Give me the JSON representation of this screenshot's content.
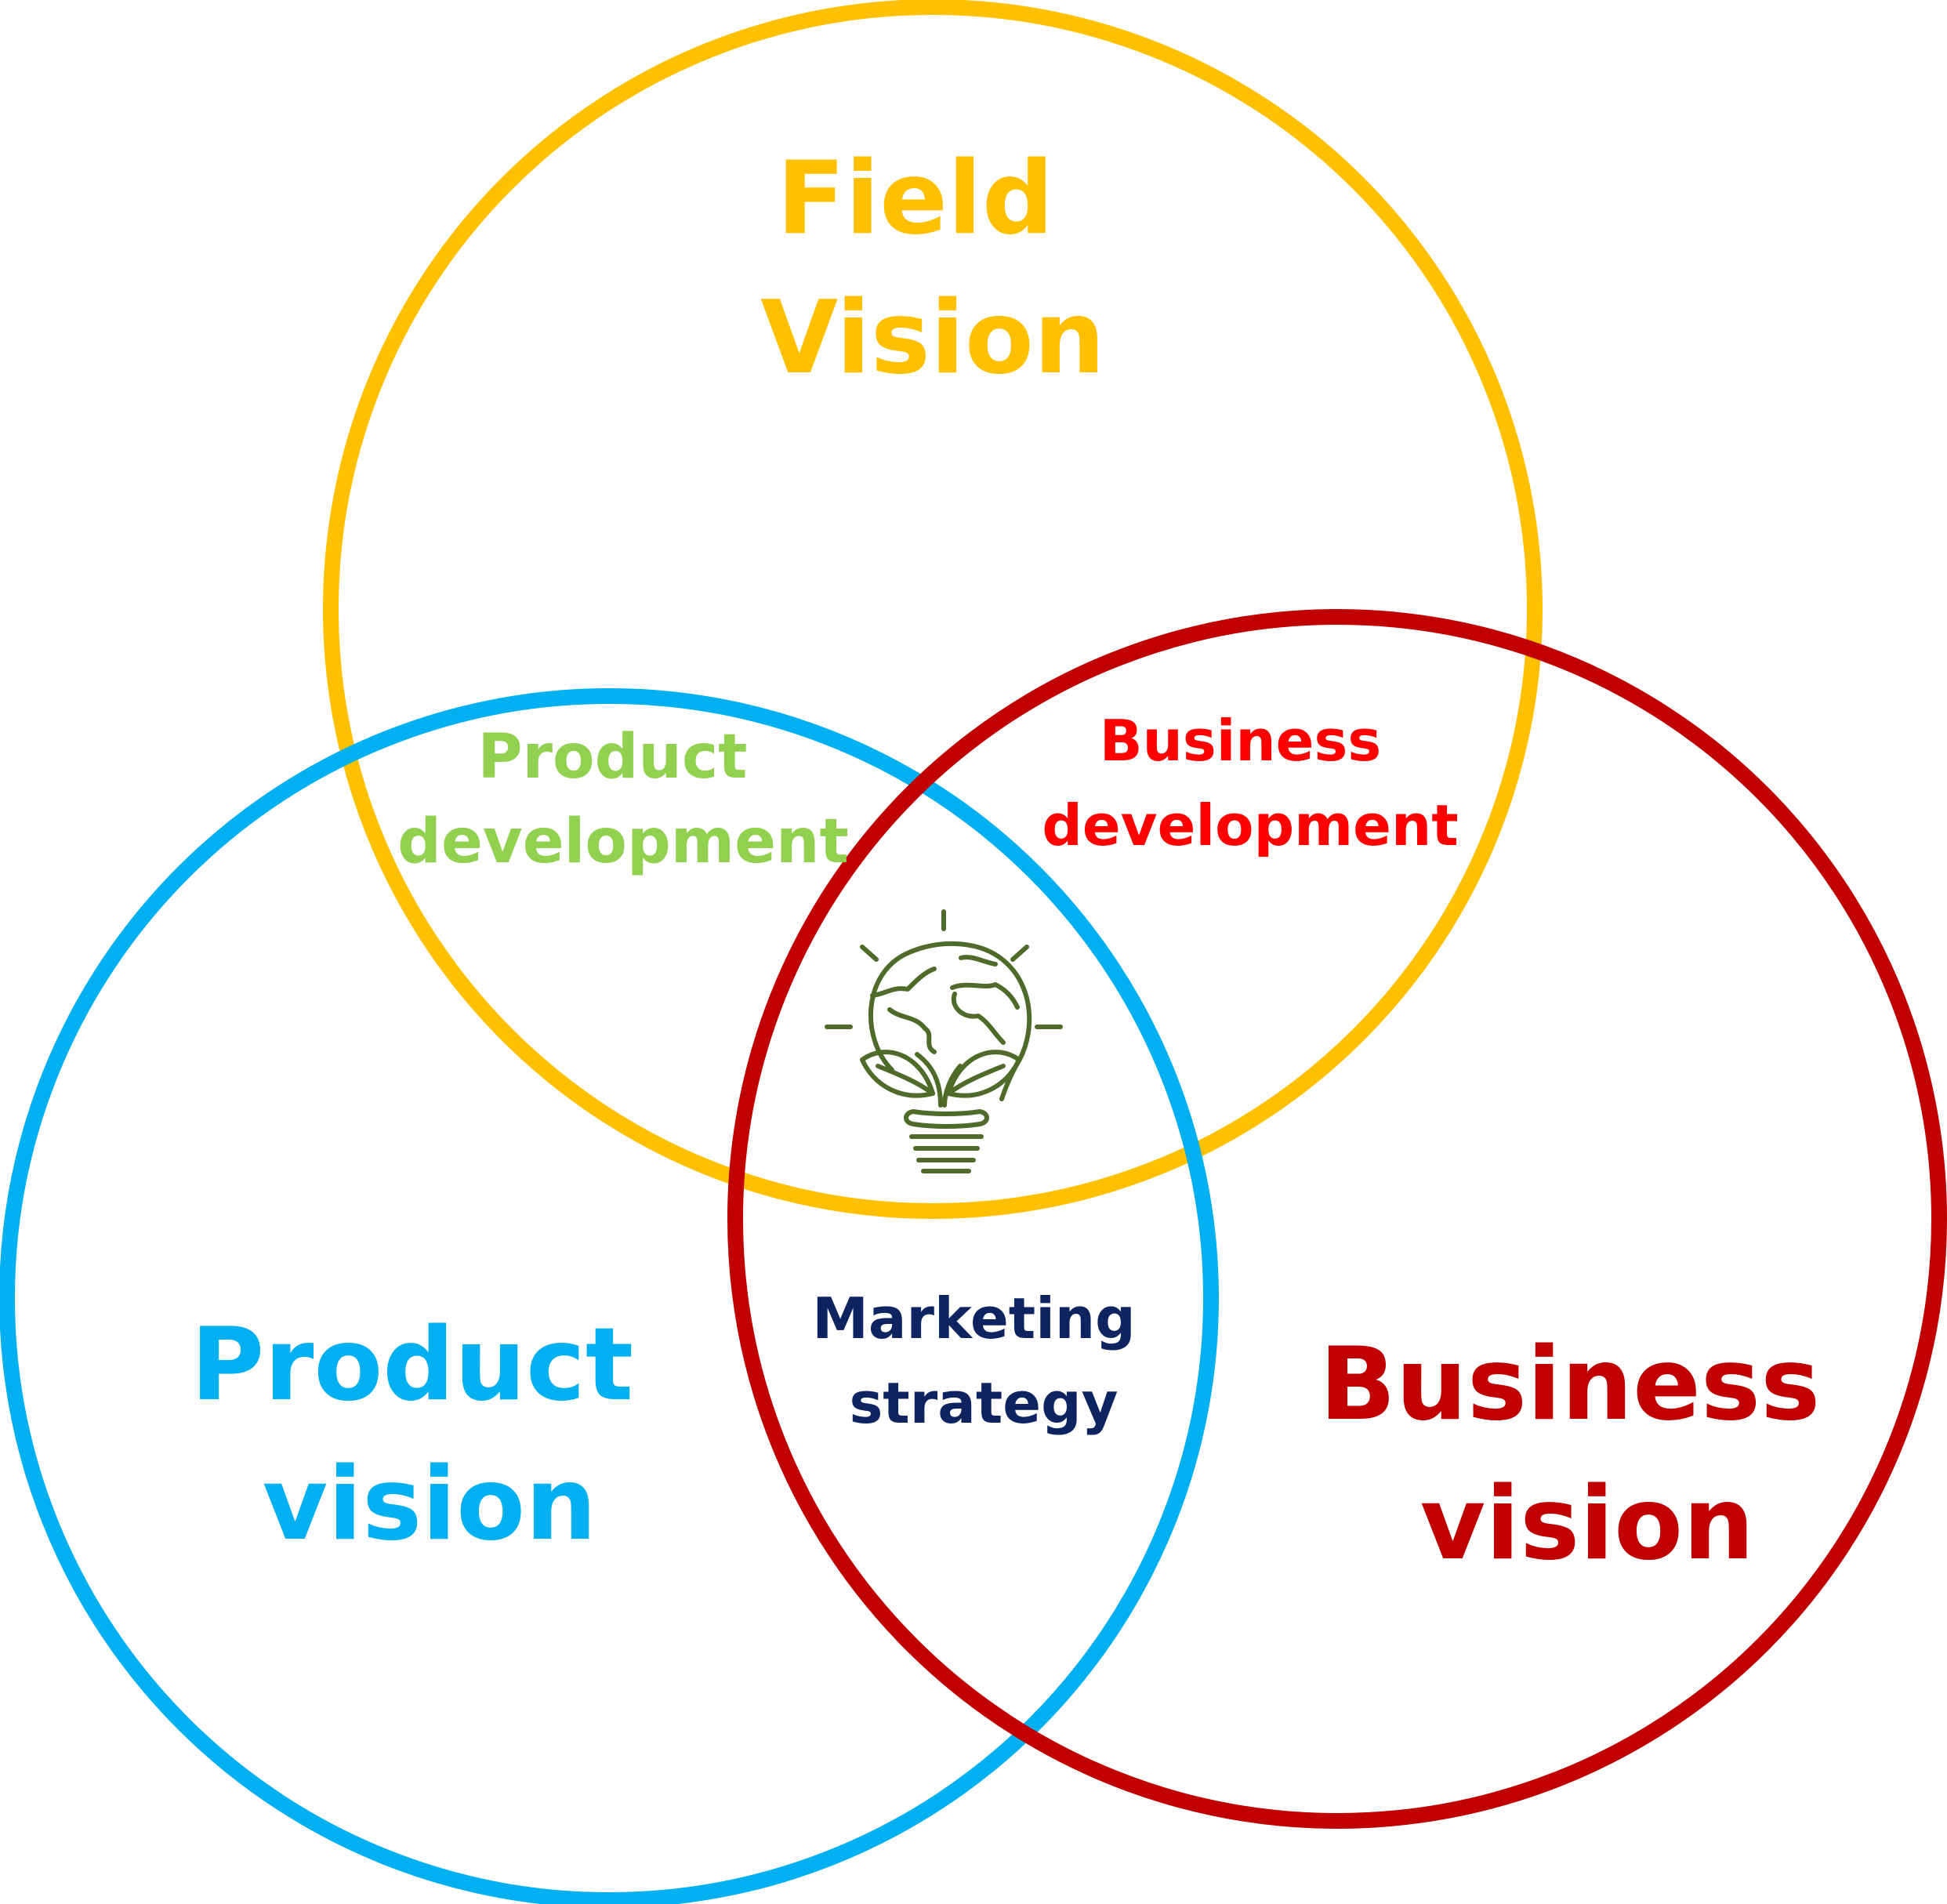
{
  "colors": {
    "field": "#FFC000",
    "product": "#00B0F0",
    "business": "#C00000",
    "product_development": "#92D050",
    "business_development": "#FF0000",
    "marketing": "#0E2460",
    "icon": "#4E6B2A",
    "background": "#FFFFFF"
  },
  "circles": {
    "field": {
      "line1": "Field",
      "line2": "Vision"
    },
    "product": {
      "line1": "Product",
      "line2": "vision"
    },
    "business": {
      "line1": "Business",
      "line2": "vision"
    }
  },
  "overlaps": {
    "field_product": {
      "line1": "Product",
      "line2": "development"
    },
    "field_business": {
      "line1": "Business",
      "line2": "development"
    },
    "product_business": {
      "line1": "Marketing",
      "line2": "strategy"
    }
  },
  "center_icon": "lightbulb-globe-icon"
}
